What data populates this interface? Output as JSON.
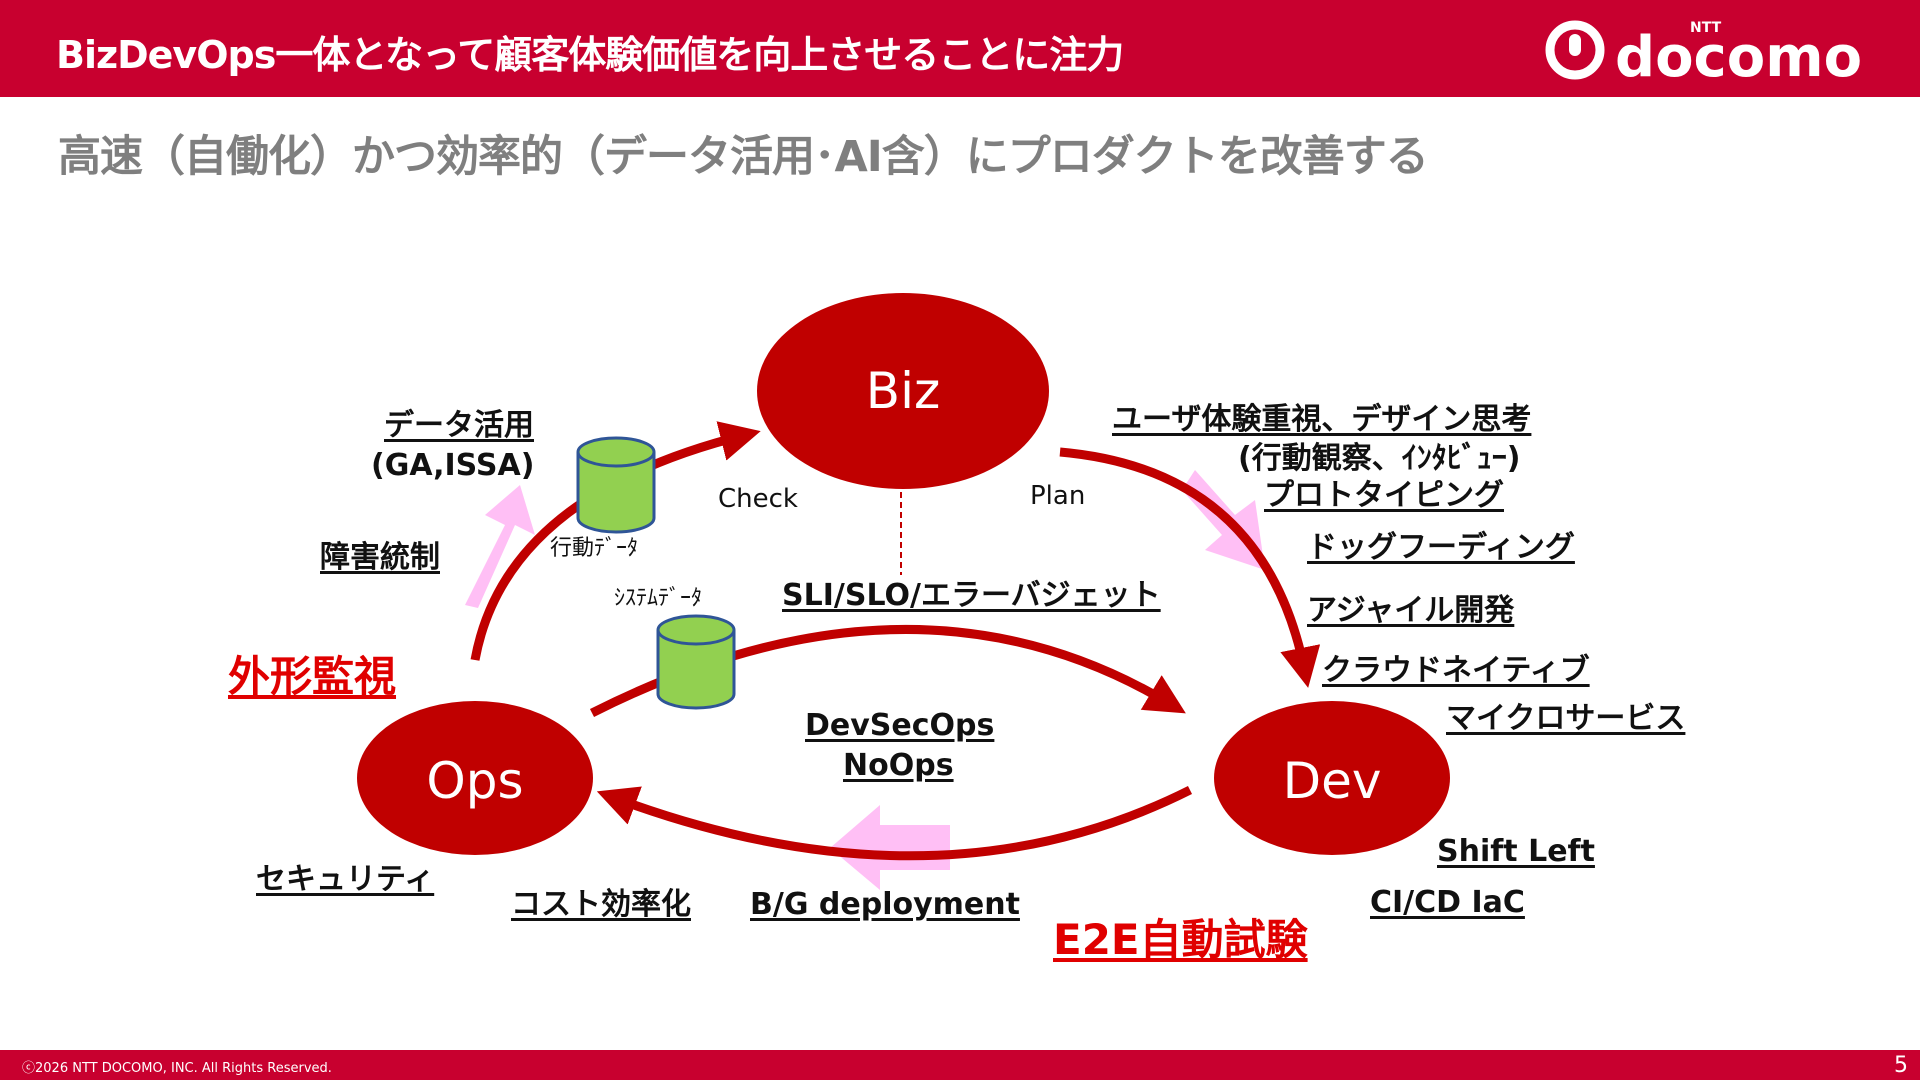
{
  "header": {
    "title": "BizDevOps一体となって顧客体験価値を向上させることに注力",
    "logo_text": "docomo",
    "logo_small": "NTT"
  },
  "subtitle": "高速（自働化）かつ効率的（データ活用･AI含）にプロダクトを改善する",
  "nodes": {
    "biz": "Biz",
    "ops": "Ops",
    "dev": "Dev"
  },
  "flows": {
    "check": "Check",
    "plan": "Plan"
  },
  "databases": {
    "behavior": "行動ﾃﾞｰﾀ",
    "system": "ｼｽﾃﾑﾃﾞｰﾀ"
  },
  "labels": {
    "data_use": "データ活用",
    "ga_issa": "(GA,ISSA)",
    "incident": "障害統制",
    "external_monitoring": "外形監視",
    "security": "セキュリティ",
    "cost": "コスト効率化",
    "bg_deploy": "B/G deployment",
    "e2e": "E2E自動試験",
    "sli": "SLI/SLO/エラーバジェット",
    "devsecops": "DevSecOps",
    "noops": "NoOps",
    "ux": "ユーザ体験重視、デザイン思考",
    "ux_sub": "(行動観察、ｲﾝﾀﾋﾞｭｰ)",
    "proto": "プロトタイピング",
    "dogfood": "ドッグフーディング",
    "agile": "アジャイル開発",
    "cloud": "クラウドネイティブ",
    "micro": "マイクロサービス",
    "shift_left": "Shift Left",
    "cicd": "CI/CD IaC"
  },
  "footer": {
    "copyright": "ⓒ2026 NTT DOCOMO, INC. All Rights Reserved.",
    "page": "5"
  },
  "colors": {
    "brand": "#c8002f",
    "node": "#c00000",
    "db": "#92d050",
    "highlight": "#e00000",
    "pink_arrow": "#ffbff5"
  }
}
